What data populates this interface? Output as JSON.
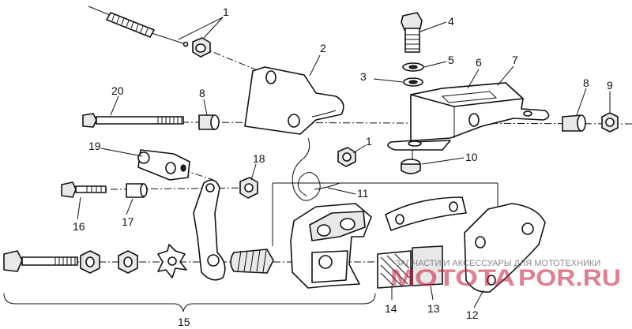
{
  "callouts": [
    "1",
    "2",
    "3",
    "4",
    "5",
    "6",
    "7",
    "8",
    "9",
    "20",
    "8",
    "19",
    "1",
    "18",
    "10",
    "11",
    "16",
    "17",
    "14",
    "13",
    "12",
    "15"
  ],
  "watermark": {
    "tagline": "ЗАПЧАСТИ И АКСЕССУАРЫ ДЛЯ МОТОТЕХНИКИ",
    "brand_left": "MOTOTA",
    "brand_right": "POR.RU"
  }
}
